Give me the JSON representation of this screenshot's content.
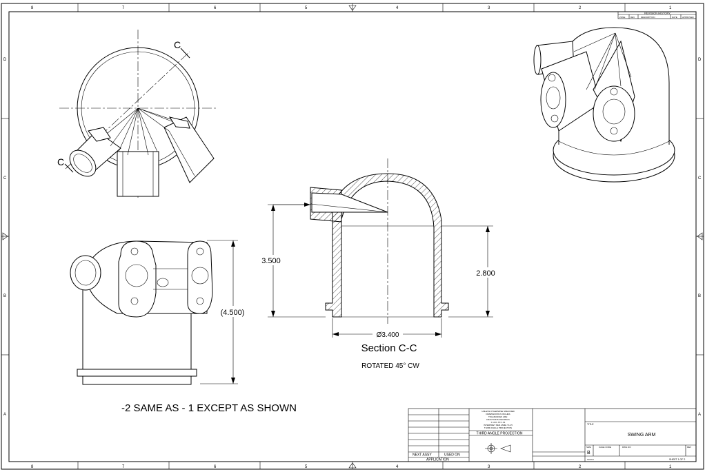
{
  "drawing": {
    "title": "SWING ARM",
    "note": "-2 SAME AS - 1 EXCEPT AS SHOWN",
    "section_title": "Section C-C",
    "section_subtitle": "ROTATED 45° CW",
    "section_marker": "C"
  },
  "dimensions": {
    "overall_height": "3.500",
    "inner_height": "2.800",
    "diameter": "Ø3.400",
    "side_height": "(4.500)"
  },
  "grid": {
    "columns": [
      "8",
      "7",
      "6",
      "5",
      "4",
      "3",
      "2",
      "1"
    ],
    "rows": [
      "D",
      "C",
      "B",
      "A"
    ]
  },
  "revision_block": {
    "title": "REVISION HISTORY",
    "col_zone": "ZONE",
    "col_rev": "REV",
    "col_description": "DESCRIPTION",
    "col_date": "DATE",
    "col_approved": "APPROVED"
  },
  "title_block": {
    "next_assy": "NEXT ASSY",
    "used_on": "USED ON",
    "application": "APPLICATION",
    "projection": "THIRD ANGLE PROJECTION",
    "tolerance_lines": [
      "UNLESS OTHERWISE SPECIFIED",
      "DIMENSIONS IN INCHES",
      "TOLERANCES ARE:",
      "FRACTIONS   DECIMALS",
      "± 1/16   .XX ±.01",
      "INTERPRET PER ASME Y14.5",
      "THIRD ANGLE PROJECTION"
    ],
    "title_label": "TITLE",
    "size_label": "SIZE",
    "size_value": "B",
    "cage_label": "CAGE CODE",
    "dwg_label": "DWG NO",
    "rev_label": "REV",
    "scale_label": "SCALE",
    "sheet": "SHEET 1 OF 2"
  }
}
